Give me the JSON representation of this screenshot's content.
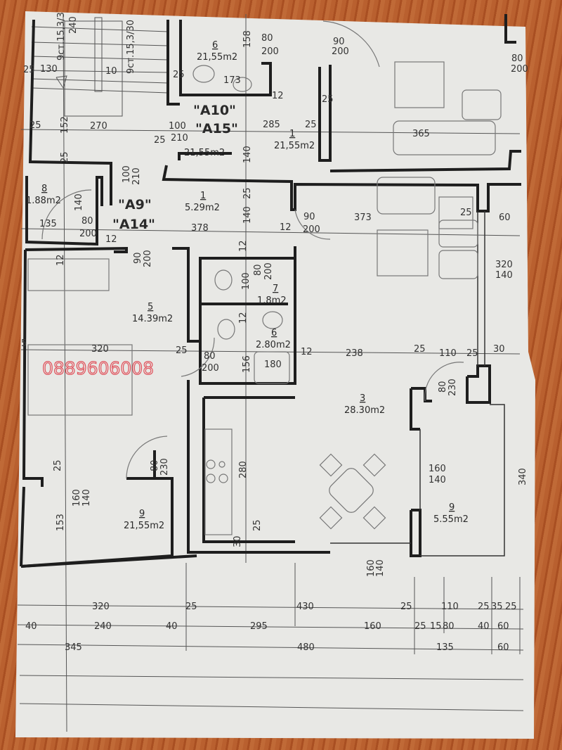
{
  "units": {
    "a10": "\"A10\"",
    "a15": "\"A15\"",
    "a9": "\"A9\"",
    "a14": "\"A14\""
  },
  "stairs": [
    "9ст.15,3/3",
    "9ст.15,3/30"
  ],
  "rooms": [
    {
      "num": "6",
      "area": "21,55m2"
    },
    {
      "num": "1",
      "area": "21,55m2"
    },
    {
      "num": "",
      "area": "21,55m2"
    },
    {
      "num": "8",
      "area": "1.88m2"
    },
    {
      "num": "1",
      "area": "5.29m2"
    },
    {
      "num": "5",
      "area": "14.39m2"
    },
    {
      "num": "7",
      "area": "1.8m2"
    },
    {
      "num": "6",
      "area": "2.80m2"
    },
    {
      "num": "3",
      "area": "28.30m2"
    },
    {
      "num": "9",
      "area": "21,55m2"
    },
    {
      "num": "9",
      "area": "5.55m2"
    }
  ],
  "dims": [
    "240",
    "25",
    "130",
    "10",
    "25",
    "158",
    "80",
    "200",
    "173",
    "12",
    "90",
    "200",
    "80",
    "200",
    "25",
    "152",
    "270",
    "100",
    "210",
    "25",
    "285",
    "25",
    "25",
    "365",
    "140",
    "25",
    "100",
    "210",
    "140",
    "135",
    "80",
    "200",
    "12",
    "378",
    "25",
    "140",
    "12",
    "90",
    "200",
    "373",
    "25",
    "60",
    "90",
    "200",
    "12",
    "12",
    "100",
    "80",
    "200",
    "320",
    "140",
    "12",
    "156",
    "25",
    "80",
    "200",
    "180",
    "12",
    "238",
    "25",
    "110",
    "25",
    "30",
    "320",
    "5",
    "80",
    "230",
    "25",
    "280",
    "160",
    "140",
    "153",
    "25",
    "80",
    "230",
    "160",
    "140",
    "30",
    "160",
    "140",
    "340"
  ],
  "bottom_dims": {
    "row1": [
      "320",
      "25",
      "430",
      "25",
      "110",
      "25",
      "35",
      "25"
    ],
    "row2": [
      "40",
      "240",
      "40",
      "295",
      "160",
      "25",
      "15",
      "80",
      "40",
      "60"
    ],
    "row3": [
      "345",
      "480",
      "135",
      "60"
    ]
  },
  "watermark": "0889606008",
  "colors": {
    "paper": "#e9e9e6",
    "wall": "#1e1e1e",
    "watermark": "#e0505a",
    "table": "#b5582a"
  }
}
